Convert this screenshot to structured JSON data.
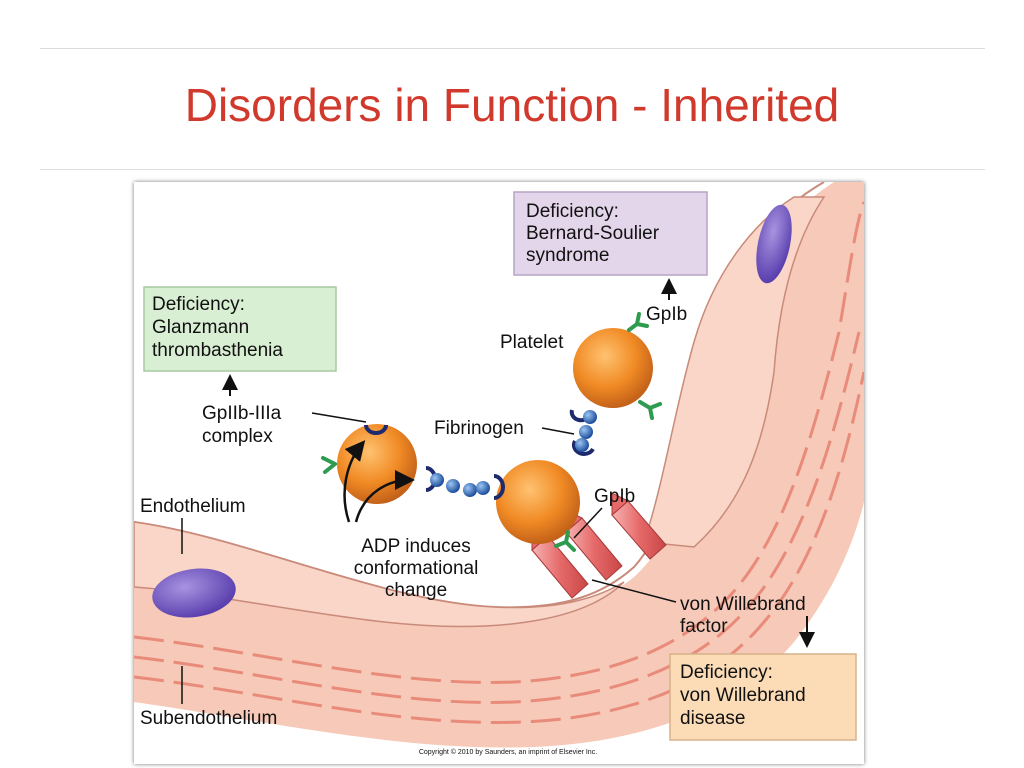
{
  "slide": {
    "title": "Disorders in Function - Inherited"
  },
  "diagram": {
    "boxes": {
      "bernard": [
        "Deficiency:",
        "Bernard-Soulier",
        "syndrome"
      ],
      "glanzmann": [
        "Deficiency:",
        "Glanzmann",
        "thrombasthenia"
      ],
      "vwd": [
        "Deficiency:",
        "von Willebrand",
        "disease"
      ]
    },
    "labels": {
      "gpib_top": "GpIb",
      "platelet": "Platelet",
      "gpiib_line1": "GpIIb-IIIa",
      "gpiib_line2": "complex",
      "fibrinogen": "Fibrinogen",
      "endothelium": "Endothelium",
      "gpib_mid": "GpIb",
      "adp_line1": "ADP induces",
      "adp_line2": "conformational",
      "adp_line3": "change",
      "vwf_line1": "von Willebrand",
      "vwf_line2": "factor",
      "subendothelium": "Subendothelium",
      "copyright": "Copyright © 2010 by Saunders, an imprint of Elsevier Inc."
    },
    "colors": {
      "title": "#d0392b",
      "platelet": "#f08a24",
      "vessel_wall": "#f6c9b8",
      "nucleus": "#7b5ec8",
      "fibrinogen_bead": "#3a78c9",
      "gp_receptor_green": "#2e9b4e",
      "vwf_factor": "#e66a6a",
      "box_purple": "#e3d6ea",
      "box_green": "#d9efd4",
      "box_orange": "#fbdcb7"
    }
  }
}
